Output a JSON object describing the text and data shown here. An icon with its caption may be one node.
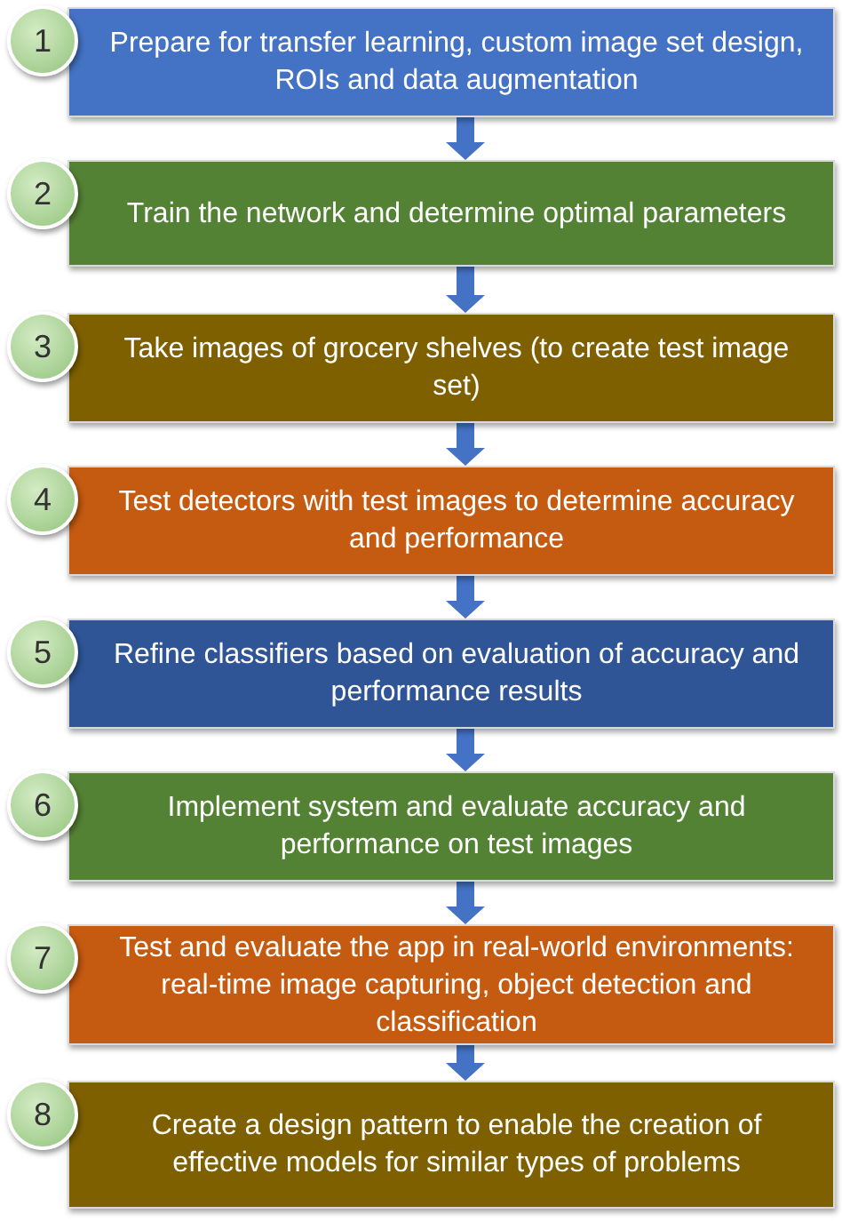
{
  "diagram": {
    "nodes": [
      {
        "text": [
          "1"
        ]
      },
      {
        "text": [
          "Prepare for transfer learning, custom image set design, ROIs and data augmentation"
        ]
      },
      {
        "text": [
          "2"
        ]
      },
      {
        "text": [
          "Train the network and determine optimal parameters"
        ]
      },
      {
        "text": [
          "3"
        ]
      },
      {
        "text": [
          "Take images of grocery shelves (to create test image set)"
        ]
      },
      {
        "text": [
          "4"
        ]
      },
      {
        "text": [
          "Test detectors with test images to determine accuracy and performance"
        ]
      },
      {
        "text": [
          "5"
        ]
      },
      {
        "text": [
          "Refine classifiers based on evaluation of accuracy and performance results"
        ]
      },
      {
        "text": [
          "6"
        ]
      },
      {
        "text": [
          "Implement system and evaluate accuracy and performance on test images"
        ]
      },
      {
        "text": [
          "7"
        ]
      },
      {
        "text": [
          "Test and evaluate the app in real-world environments: real-time image capturing, object detection and classification"
        ]
      },
      {
        "text": [
          "8"
        ]
      },
      {
        "text": [
          "Create a design pattern to enable the creation of effective models for similar types of problems"
        ]
      }
    ],
    "edges": [
      {
        "from": 1,
        "to": 3,
        "arrow": "to"
      },
      {
        "from": 3,
        "to": 5,
        "arrow": "to"
      },
      {
        "from": 5,
        "to": 7,
        "arrow": "to"
      },
      {
        "from": 7,
        "to": 9,
        "arrow": "to"
      },
      {
        "from": 9,
        "to": 11,
        "arrow": "to"
      },
      {
        "from": 11,
        "to": 13,
        "arrow": "to"
      },
      {
        "from": 13,
        "to": 15,
        "arrow": "to"
      }
    ]
  }
}
